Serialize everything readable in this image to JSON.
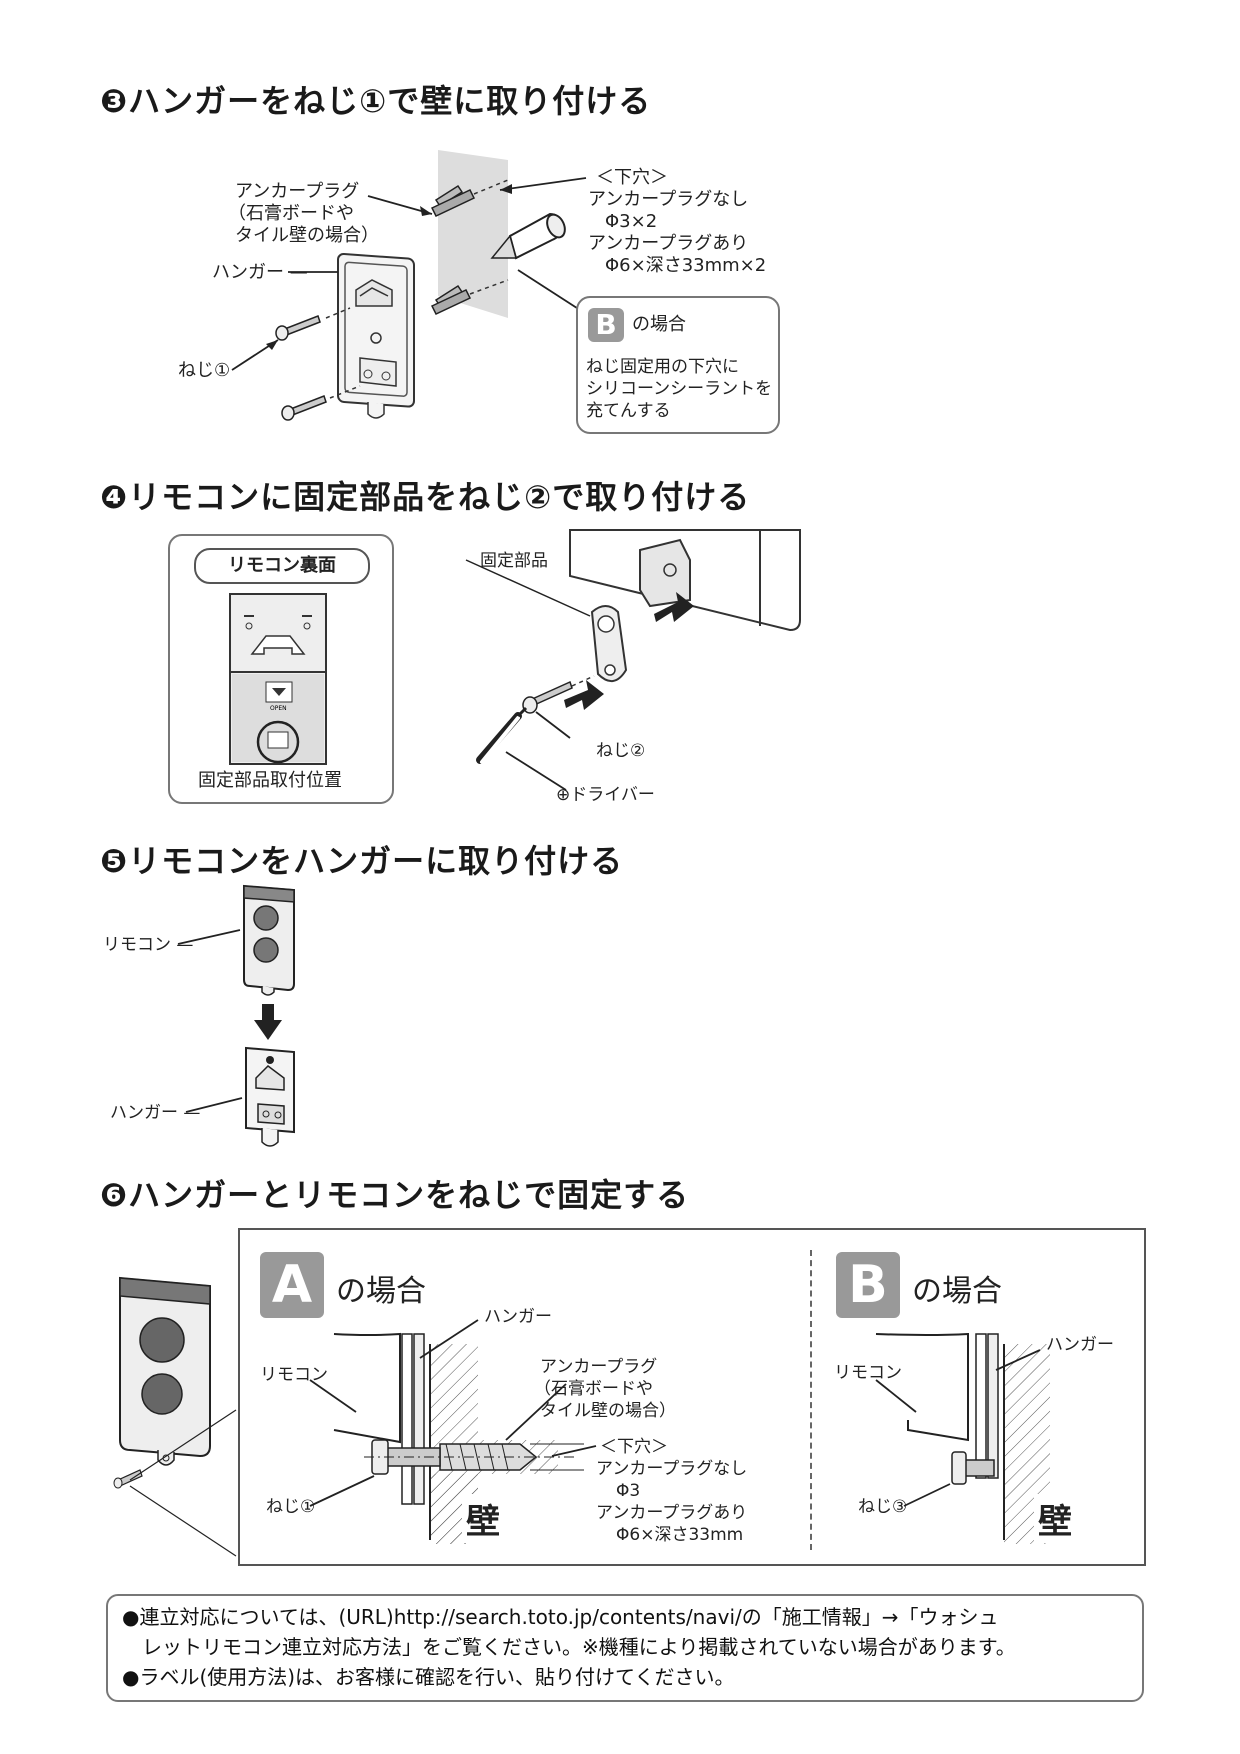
{
  "step3": {
    "title": "❸ハンガーをねじ①で壁に取り付ける",
    "anchor_plug": "アンカープラグ",
    "anchor_plug_note1": "（石膏ボードや",
    "anchor_plug_note2": "タイル壁の場合）",
    "hanger": "ハンガー —",
    "screw1": "ねじ①",
    "pilot_hole": "＜下穴＞",
    "no_anchor": "アンカープラグなし",
    "no_anchor_size": "Φ3×2",
    "with_anchor": "アンカープラグあり",
    "with_anchor_size": "Φ6×深さ33mm×2",
    "caseB_letter": "B",
    "caseB_label": "の場合",
    "caseB_line1": "ねじ固定用の下穴に",
    "caseB_line2": "シリコーンシーラントを",
    "caseB_line3": "充てんする"
  },
  "step4": {
    "title": "❹リモコンに固定部品をねじ②で取り付ける",
    "back_label": "リモコン裏面",
    "open_label": "OPEN",
    "mount_position": "固定部品取付位置",
    "fixing_part": "固定部品",
    "screw2": "ねじ②",
    "driver": "⊕ドライバー"
  },
  "step5": {
    "title": "❺リモコンをハンガーに取り付ける",
    "remote": "リモコン —",
    "hanger": "ハンガー —"
  },
  "step6": {
    "title": "❻ハンガーとリモコンをねじで固定する",
    "caseA_letter": "A",
    "caseA_label": "の場合",
    "caseB_letter": "B",
    "caseB_label": "の場合",
    "hanger": "ハンガー",
    "remote": "リモコン",
    "anchor_plug": "アンカープラグ",
    "anchor_plug_note1": "（石膏ボードや",
    "anchor_plug_note2": "タイル壁の場合）",
    "pilot_hole": "＜下穴＞",
    "no_anchor": "アンカープラグなし",
    "no_anchor_size": "Φ3",
    "with_anchor": "アンカープラグあり",
    "with_anchor_size": "Φ6×深さ33mm",
    "screw1": "ねじ①",
    "screw3": "ねじ③",
    "wall": "壁"
  },
  "notes": {
    "line1": "●連立対応については、(URL)http://search.toto.jp/contents/navi/の「施工情報」→「ウォシュ",
    "line2": "　レットリモコン連立対応方法」をご覧ください。※機種により掲載されていない場合があります。",
    "line3": "●ラベル(使用方法)は、お客様に確認を行い、貼り付けてください。"
  }
}
